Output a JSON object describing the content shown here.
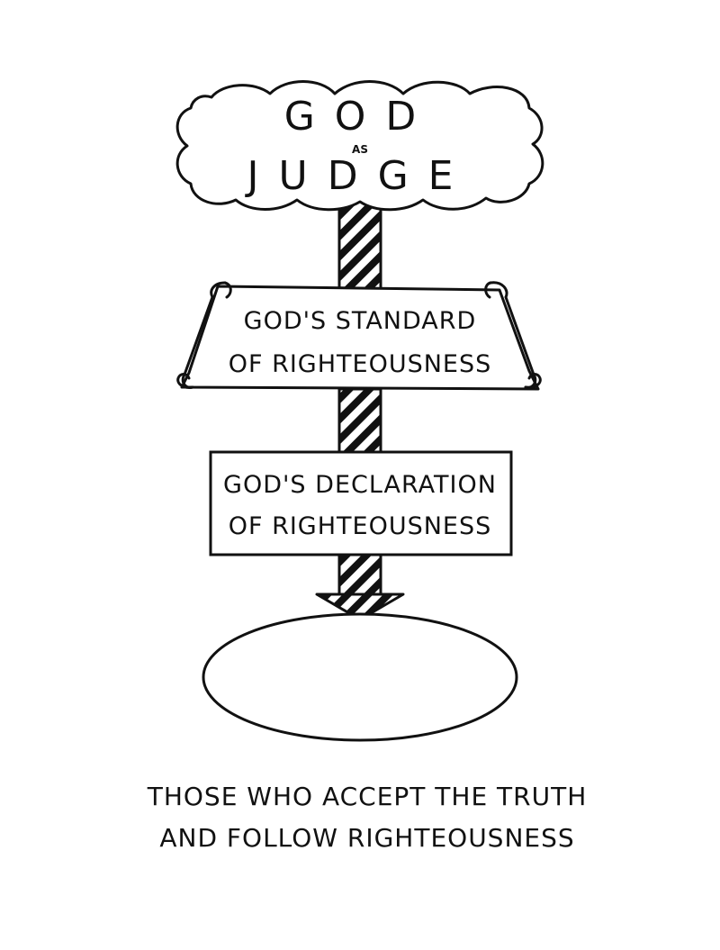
{
  "top": {
    "line1": "GOD",
    "line2": "AS",
    "line3": "JUDGE"
  },
  "scroll": {
    "line1": "GOD'S STANDARD",
    "line2": "OF RIGHTEOUSNESS"
  },
  "sign": {
    "line1": "GOD'S DECLARATION",
    "line2": "OF RIGHTEOUSNESS"
  },
  "caption": {
    "line1": "THOSE WHO ACCEPT THE TRUTH",
    "line2": "AND FOLLOW RIGHTEOUSNESS"
  }
}
